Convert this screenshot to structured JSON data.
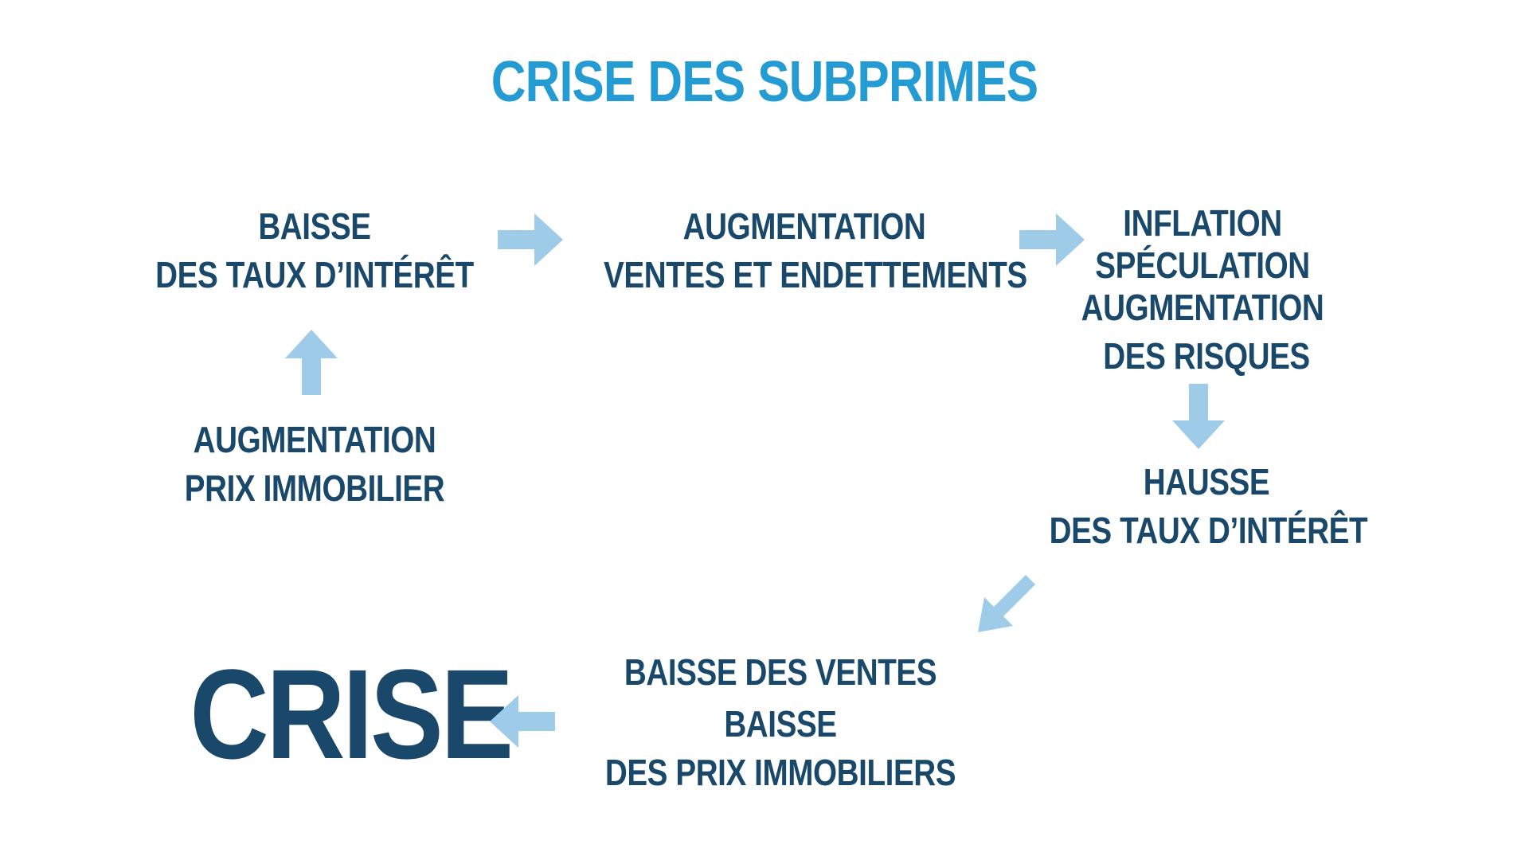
{
  "title": "CRISE DES SUBPRIMES",
  "colors": {
    "title": "#259bd3",
    "text": "#19486a",
    "arrow": "#9ecbe8"
  },
  "nodes": {
    "baisse_taux": {
      "lines": [
        "BAISSE",
        "DES TAUX D’INTÉRÊT"
      ]
    },
    "augmentation_ventes": {
      "lines": [
        "AUGMENTATION",
        "VENTES ET ENDETTEMENTS"
      ]
    },
    "inflation": {
      "lines": [
        "INFLATION",
        "SPÉCULATION",
        "AUGMENTATION",
        "DES RISQUES"
      ]
    },
    "hausse_taux": {
      "lines": [
        "HAUSSE",
        "DES TAUX D’INTÉRÊT"
      ]
    },
    "baisse_ventes": {
      "lines": [
        "BAISSE DES VENTES",
        "BAISSE",
        "DES PRIX IMMOBILIERS"
      ]
    },
    "augmentation_prix": {
      "lines": [
        "AUGMENTATION",
        "PRIX IMMOBILIER"
      ]
    },
    "crise": {
      "label": "CRISE"
    }
  },
  "arrows": [
    {
      "name": "arrow-right-icon",
      "direction": "right"
    },
    {
      "name": "arrow-right-icon",
      "direction": "right"
    },
    {
      "name": "arrow-down-icon",
      "direction": "down"
    },
    {
      "name": "arrow-down-left-icon",
      "direction": "down-left"
    },
    {
      "name": "arrow-left-icon",
      "direction": "left"
    },
    {
      "name": "arrow-up-icon",
      "direction": "up"
    }
  ]
}
